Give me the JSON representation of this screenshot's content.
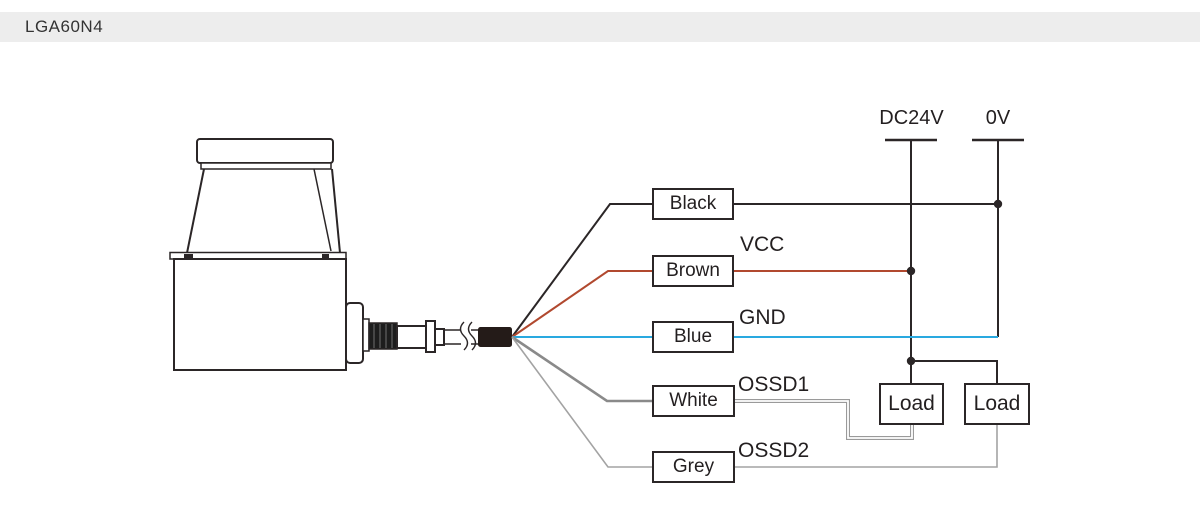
{
  "title_bar": {
    "title": "LGA60N4",
    "bg": "#ededed",
    "text_color": "#333333"
  },
  "device": {
    "name": "lidar-sensor-side-view"
  },
  "rails": {
    "dc24v_label": "DC24V",
    "zerov_label": "0V"
  },
  "wires": {
    "black": {
      "label": "Black",
      "signal": "",
      "color": "#2b2627"
    },
    "brown": {
      "label": "Brown",
      "signal": "VCC",
      "color": "#b1492f"
    },
    "blue": {
      "label": "Blue",
      "signal": "GND",
      "color": "#29a9e0"
    },
    "white": {
      "label": "White",
      "signal": "OSSD1",
      "color": "#8a8a8a",
      "outline_color": "#9a9a9a",
      "core_color": "#ffffff"
    },
    "grey": {
      "label": "Grey",
      "signal": "OSSD2",
      "color": "#a3a3a3"
    }
  },
  "loads": {
    "load1_label": "Load",
    "load2_label": "Load"
  },
  "colors": {
    "line": "#2b2627"
  }
}
